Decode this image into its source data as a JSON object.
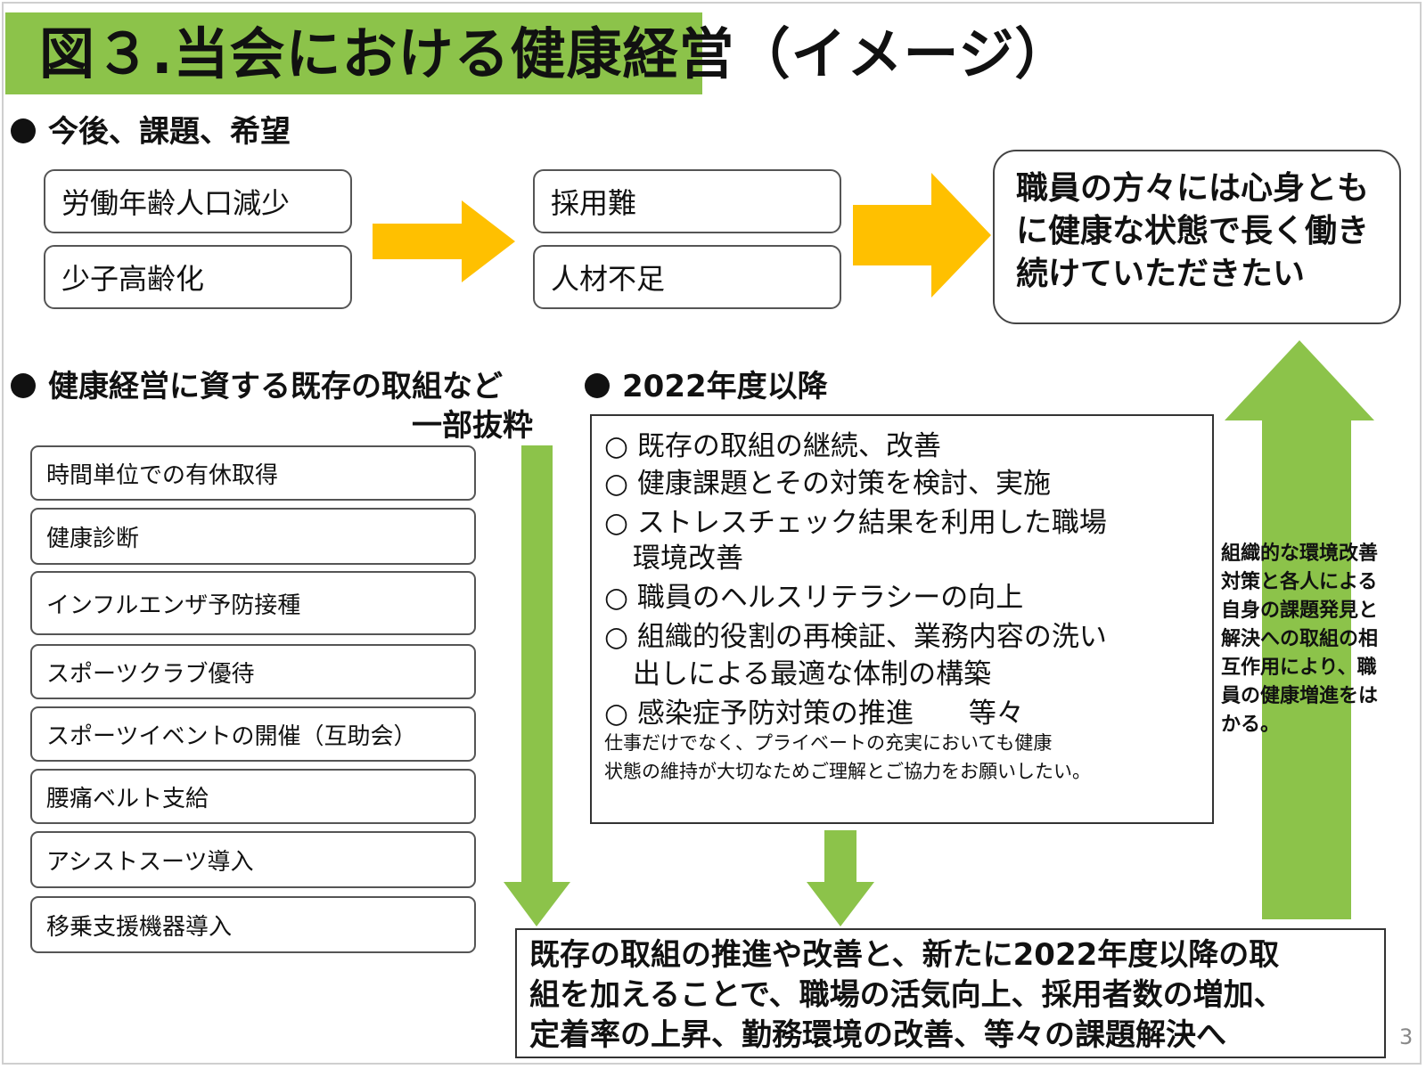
{
  "title": "図３.当会における健康経営（イメージ）",
  "section_future": {
    "heading": "今後、課題、希望"
  },
  "causes": [
    "労働年齢人口減少",
    "少子高齢化"
  ],
  "effects": [
    "採用難",
    "人材不足"
  ],
  "goal": [
    "職員の方々には心身とも",
    "に健康な状態で長く働き",
    "続けていただきたい"
  ],
  "section_existing": {
    "heading": "健康経営に資する既存の取組など",
    "subheading": "一部抜粋"
  },
  "existing_items": [
    "時間単位での有休取得",
    "健康診断",
    "インフルエンザ予防接種",
    "スポーツクラブ優待",
    "スポーツイベントの開催（互助会）",
    "腰痛ベルト支給",
    "アシストスーツ導入",
    "移乗支援機器導入"
  ],
  "section_2022": {
    "heading": "2022年度以降",
    "items": [
      "○ 既存の取組の継続、改善",
      "○ 健康課題とその対策を検討、実施",
      "○ ストレスチェック結果を利用した職場",
      "環境改善",
      "○ 職員のヘルスリテラシーの向上",
      "○ 組織的役割の再検証、業務内容の洗い",
      "出しによる最適な体制の構築",
      "○ 感染症予防対策の推進　　等々"
    ],
    "note": [
      "仕事だけでなく、プライベートの充実においても健康",
      "状態の維持が大切なためご理解とご協力をお願いしたい。"
    ]
  },
  "side_note": [
    "組織的な環境改善",
    "対策と各人による",
    "自身の課題発見と",
    "解決への取組の相",
    "互作用により、職",
    "員の健康増進をは",
    "かる。"
  ],
  "summary": [
    "既存の取組の推進や改善と、新たに2022年度以降の取",
    "組を加えることで、職場の活気向上、採用者数の増加、",
    "定着率の上昇、勤務環境の改善、等々の課題解決へ"
  ],
  "page_number": "3",
  "colors": {
    "title_band": "#8cc34a",
    "orange_arrow": "#ffc000",
    "green_arrow": "#8cc34a"
  }
}
